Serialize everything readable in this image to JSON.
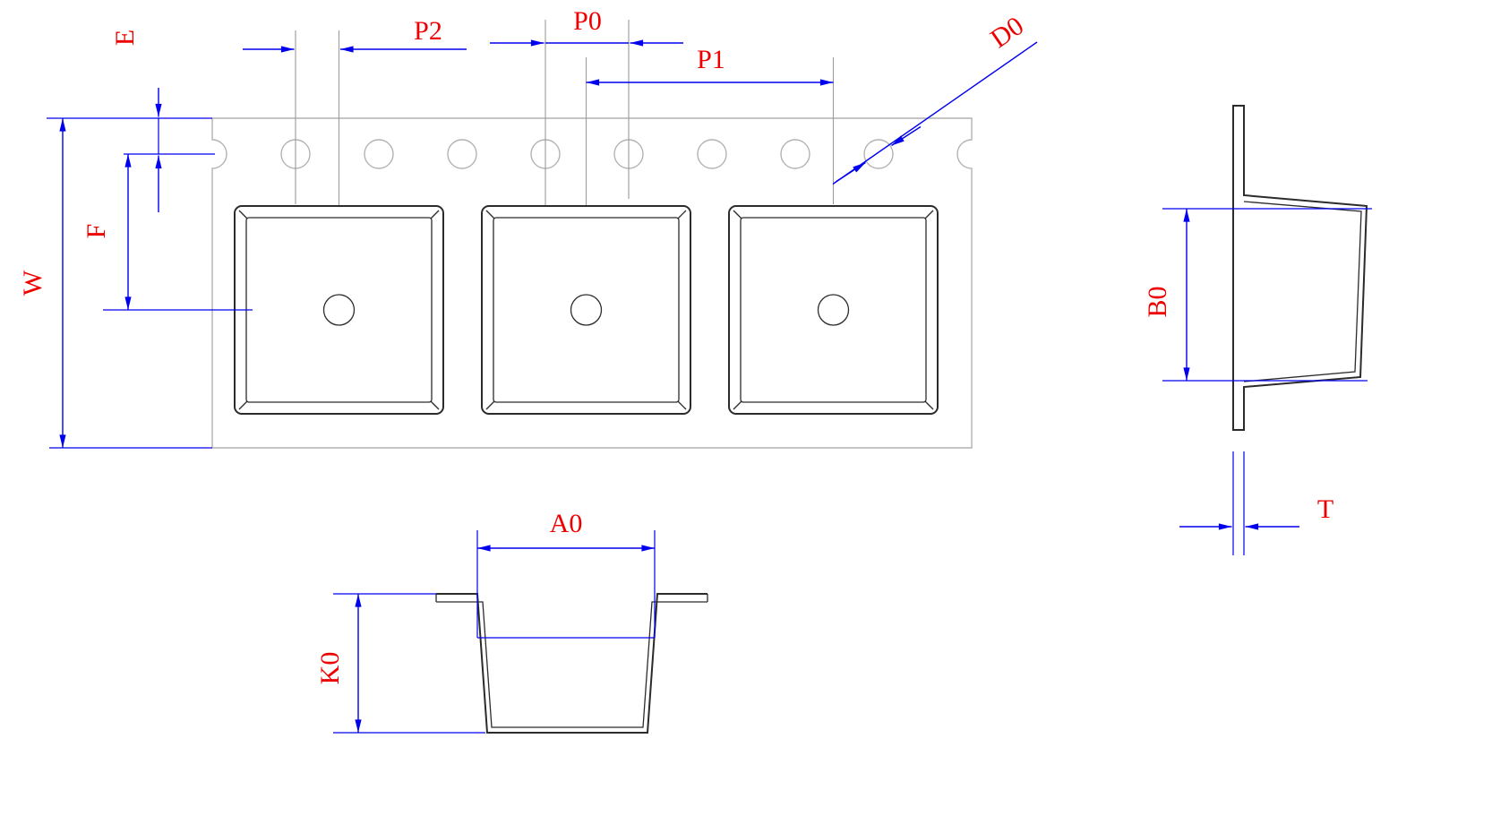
{
  "diagram": {
    "colors": {
      "label": "#ee0000",
      "dim": "#0000ee",
      "outline": "#2b2b2b",
      "tape": "#b2b2b2",
      "centerline": "#9c9c9c",
      "background": "#ffffff"
    },
    "labels": {
      "E": "E",
      "F": "F",
      "W": "W",
      "P2": "P2",
      "P0": "P0",
      "P1": "P1",
      "D0": "D0",
      "A0": "A0",
      "B0": "B0",
      "K0": "K0",
      "T": "T"
    }
  }
}
